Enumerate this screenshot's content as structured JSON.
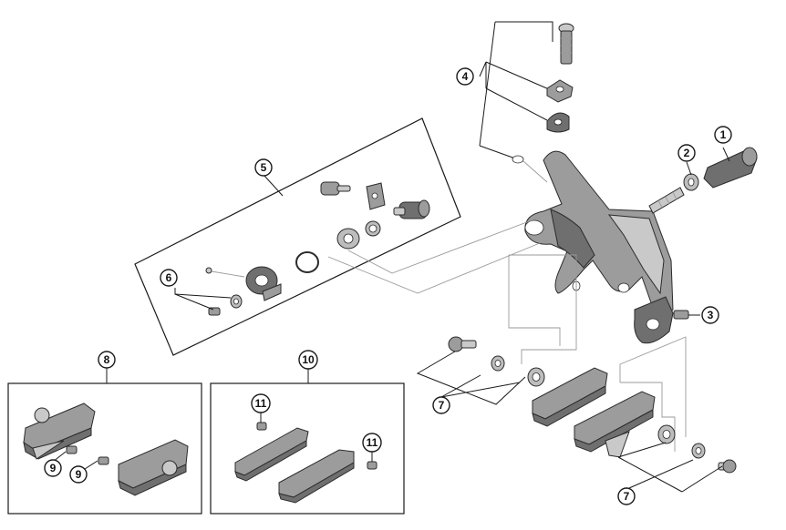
{
  "callouts": {
    "c1": "1",
    "c2": "2",
    "c3": "3",
    "c4": "4",
    "c5": "5",
    "c6": "6",
    "c7a": "7",
    "c7b": "7",
    "c8": "8",
    "c9a": "9",
    "c9b": "9",
    "c10": "10",
    "c11a": "11",
    "c11b": "11"
  },
  "colors": {
    "line": "#1a1a1a",
    "part_dark": "#6f6f6f",
    "part_mid": "#9c9c9c",
    "part_light": "#c9c9c9"
  }
}
